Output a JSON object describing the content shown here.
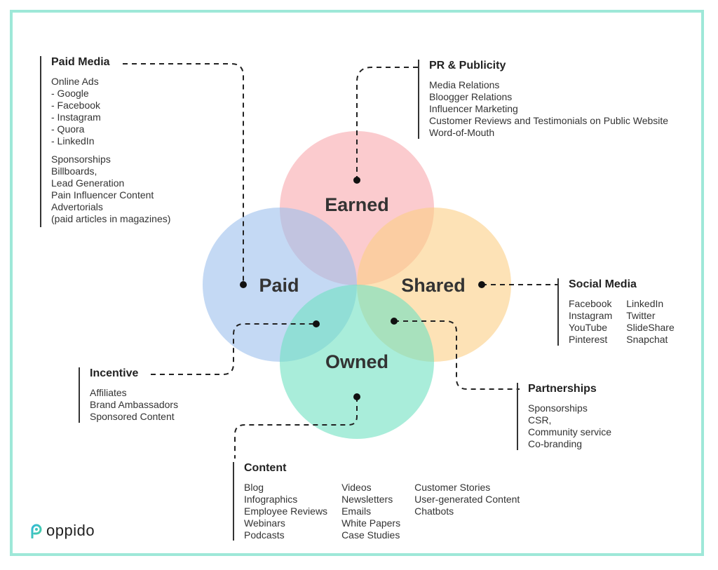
{
  "colors": {
    "border": "#9ee8d8",
    "earned": "#f9a8ad",
    "paid": "#9dbfec",
    "shared": "#fbcf86",
    "owned": "#6fe1c2"
  },
  "circles": {
    "earned": "Earned",
    "paid": "Paid",
    "shared": "Shared",
    "owned": "Owned"
  },
  "paid_media": {
    "title": "Paid Media",
    "group1": [
      "Online Ads",
      " - Google",
      " - Facebook",
      " - Instagram",
      " - Quora",
      " - LinkedIn"
    ],
    "group2": [
      "Sponsorships",
      "Billboards,",
      "Lead Generation",
      "Pain Influencer Content",
      "Advertorials",
      "(paid articles in magazines)"
    ]
  },
  "pr_publicity": {
    "title": "PR & Publicity",
    "items": [
      "Media Relations",
      "Bloogger Relations",
      "Influencer Marketing",
      "Customer Reviews and Testimonials on Public Website",
      "Word-of-Mouth"
    ]
  },
  "social_media": {
    "title": "Social Media",
    "col1": [
      "Facebook",
      "Instagram",
      "YouTube",
      "Pinterest"
    ],
    "col2": [
      "LinkedIn",
      "Twitter",
      "SlideShare",
      "Snapchat"
    ]
  },
  "incentive": {
    "title": "Incentive",
    "items": [
      "Affiliates",
      "Brand Ambassadors",
      "Sponsored Content"
    ]
  },
  "partnerships": {
    "title": "Partnerships",
    "items": [
      "Sponsorships",
      "CSR,",
      "Community service",
      "Co-branding"
    ]
  },
  "content": {
    "title": "Content",
    "col1": [
      "Blog",
      "Infographics",
      "Employee Reviews",
      "Webinars",
      "Podcasts"
    ],
    "col2": [
      "Videos",
      "Newsletters",
      "Emails",
      "White Papers",
      "Case Studies"
    ],
    "col3": [
      "Customer Stories",
      "User-generated Content",
      "Chatbots"
    ]
  },
  "logo": {
    "text": "oppido",
    "icon": "oppido-p-logo-icon"
  }
}
